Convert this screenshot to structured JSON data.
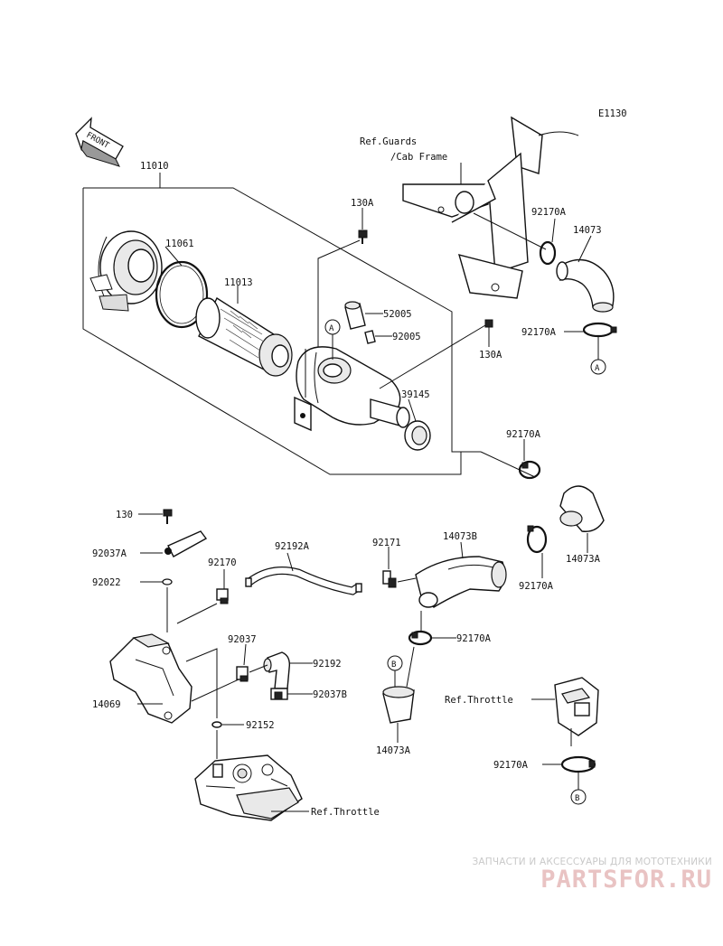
{
  "diagram": {
    "code": "E1130",
    "front_label": "FRONT",
    "parts": {
      "p11010": "11010",
      "p11061": "11061",
      "p11013": "11013",
      "p130A_1": "130A",
      "p130A_2": "130A",
      "p52005": "52005",
      "p92005": "92005",
      "p39145": "39145",
      "p92170A_1": "92170A",
      "p92170A_2": "92170A",
      "p92170A_3": "92170A",
      "p92170A_4": "92170A",
      "p92170A_5": "92170A",
      "p92170A_6": "92170A",
      "p14073": "14073",
      "p14073A_1": "14073A",
      "p14073A_2": "14073A",
      "p14073B": "14073B",
      "p130": "130",
      "p92037A": "92037A",
      "p92022": "92022",
      "p92170": "92170",
      "p92192A": "92192A",
      "p92171": "92171",
      "p92037": "92037",
      "p92192": "92192",
      "p92037B": "92037B",
      "p14069": "14069",
      "p92152": "92152"
    },
    "refs": {
      "guards_line1": "Ref.Guards",
      "guards_line2": "/Cab Frame",
      "throttle_1": "Ref.Throttle",
      "throttle_2": "Ref.Throttle"
    },
    "markers": {
      "A1": "A",
      "A2": "A",
      "B1": "B",
      "B2": "B"
    }
  },
  "watermark": {
    "tagline": "ЗАПЧАСТИ И АКСЕССУАРЫ ДЛЯ МОТОТЕХНИКИ",
    "logo": "PARTSFOR.RU"
  }
}
